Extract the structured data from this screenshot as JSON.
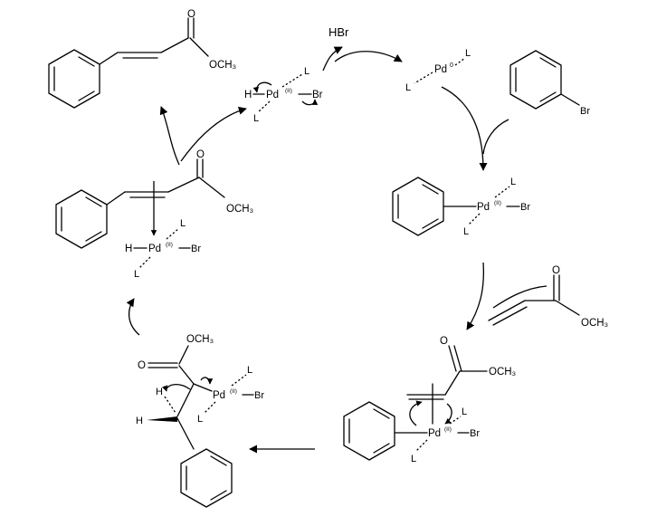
{
  "labels": {
    "hbr": "HBr",
    "och3": "OCH₃",
    "o": "O",
    "h": "H",
    "pd": "Pd",
    "pd0": "Pd",
    "zero": "0",
    "ox2": "(II)",
    "br": "Br",
    "l": "L"
  },
  "colors": {
    "ink": "#000000",
    "background": "#ffffff"
  }
}
